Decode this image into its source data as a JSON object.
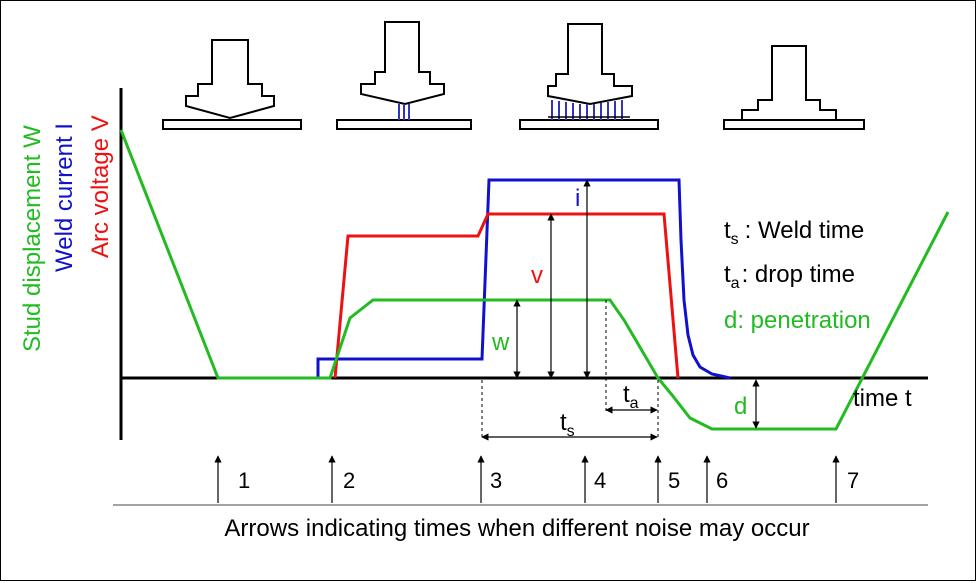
{
  "axis_labels": {
    "y_displacement": "Stud displacement W",
    "y_current": "Weld current  I",
    "y_voltage": "Arc voltage  V",
    "x_time": "time  t"
  },
  "curve_labels": {
    "current": "i",
    "voltage": "v",
    "displacement": "w",
    "penetration": "d"
  },
  "interval_labels": {
    "weld_time_main": "t",
    "weld_time_sub": "s",
    "drop_time_main": "t",
    "drop_time_sub": "a"
  },
  "legend": {
    "ts_main": "t",
    "ts_sub": "s",
    "ts_text": ": Weld time",
    "ta_main": "t",
    "ta_sub": "a",
    "ta_text": ": drop time",
    "d_text": "d: penetration"
  },
  "noise_markers": [
    "1",
    "2",
    "3",
    "4",
    "5",
    "6",
    "7"
  ],
  "caption": "Arrows indicating times when different noise may occur",
  "colors": {
    "displacement": "#22bb22",
    "current": "#1111cc",
    "voltage": "#ee1111",
    "axis": "#000000",
    "arc": "#3333bb"
  }
}
